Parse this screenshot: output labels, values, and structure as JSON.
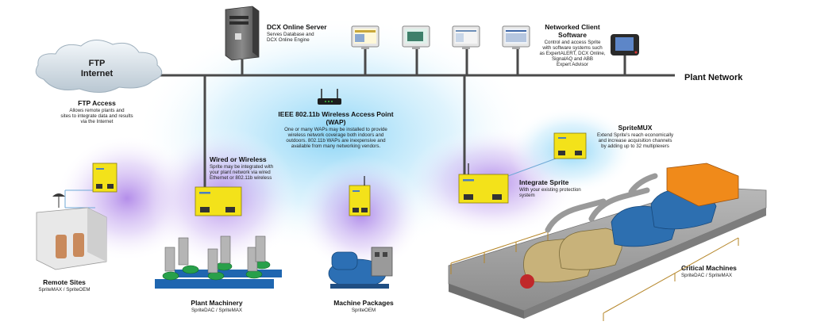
{
  "network": {
    "plant_network_label": "Plant Network"
  },
  "ftp_cloud": {
    "line1": "FTP",
    "line2": "Internet"
  },
  "ftp_access": {
    "title": "FTP Access",
    "desc": [
      "Allows remote plants and",
      "sites to integrate data and results",
      "via the Internet"
    ]
  },
  "dcx_server": {
    "title": "DCX Online Server",
    "desc": [
      "Serves Database and",
      "DCX Online Engine"
    ]
  },
  "client_software": {
    "title": [
      "Networked Client",
      "Software"
    ],
    "desc": [
      "Control and access Sprite",
      "with software systems such",
      "as ExpertALERT, DCX Online,",
      "SignalAQ and ABB",
      "Expert Advisor"
    ]
  },
  "wap": {
    "title": "IEEE 802.11b Wireless Access Point (WAP)",
    "desc": [
      "One or many WAPs may be installed to provide",
      "wireless network coverage both indoors and",
      "outdoors.   802.11b WAPs are inexpensive and",
      "available from many networking vendors."
    ]
  },
  "wired_wireless": {
    "title": "Wired or Wireless",
    "desc": [
      "Sprite may be integrated with",
      "your plant network via wired",
      "Ethernet or 802.11b wireless"
    ]
  },
  "sprite_mux": {
    "title": "SpriteMUX",
    "desc": [
      "Extend Sprite's reach economically",
      "and increase acquisition channels",
      "by adding up to 32 multiplexers"
    ]
  },
  "integrate_sprite": {
    "title": "Integrate Sprite",
    "desc": [
      "With your existing protection",
      "system"
    ]
  },
  "remote_sites": {
    "title": "Remote Sites",
    "desc": "SpriteMAX / SpriteOEM"
  },
  "plant_machinery": {
    "title": "Plant Machinery",
    "desc": "SpriteDAC / SpriteMAX"
  },
  "machine_packages": {
    "title": "Machine Packages",
    "desc": "SpriteOEM"
  },
  "critical_machines": {
    "title": "Critical Machines",
    "desc": "SpriteDAC / SpriteMAX"
  },
  "colors": {
    "network_line": "#4a4a4a",
    "sprite_unit": "#f3e21a",
    "glow_blue": "#7fd0f5",
    "glow_purple": "#b48be8"
  }
}
